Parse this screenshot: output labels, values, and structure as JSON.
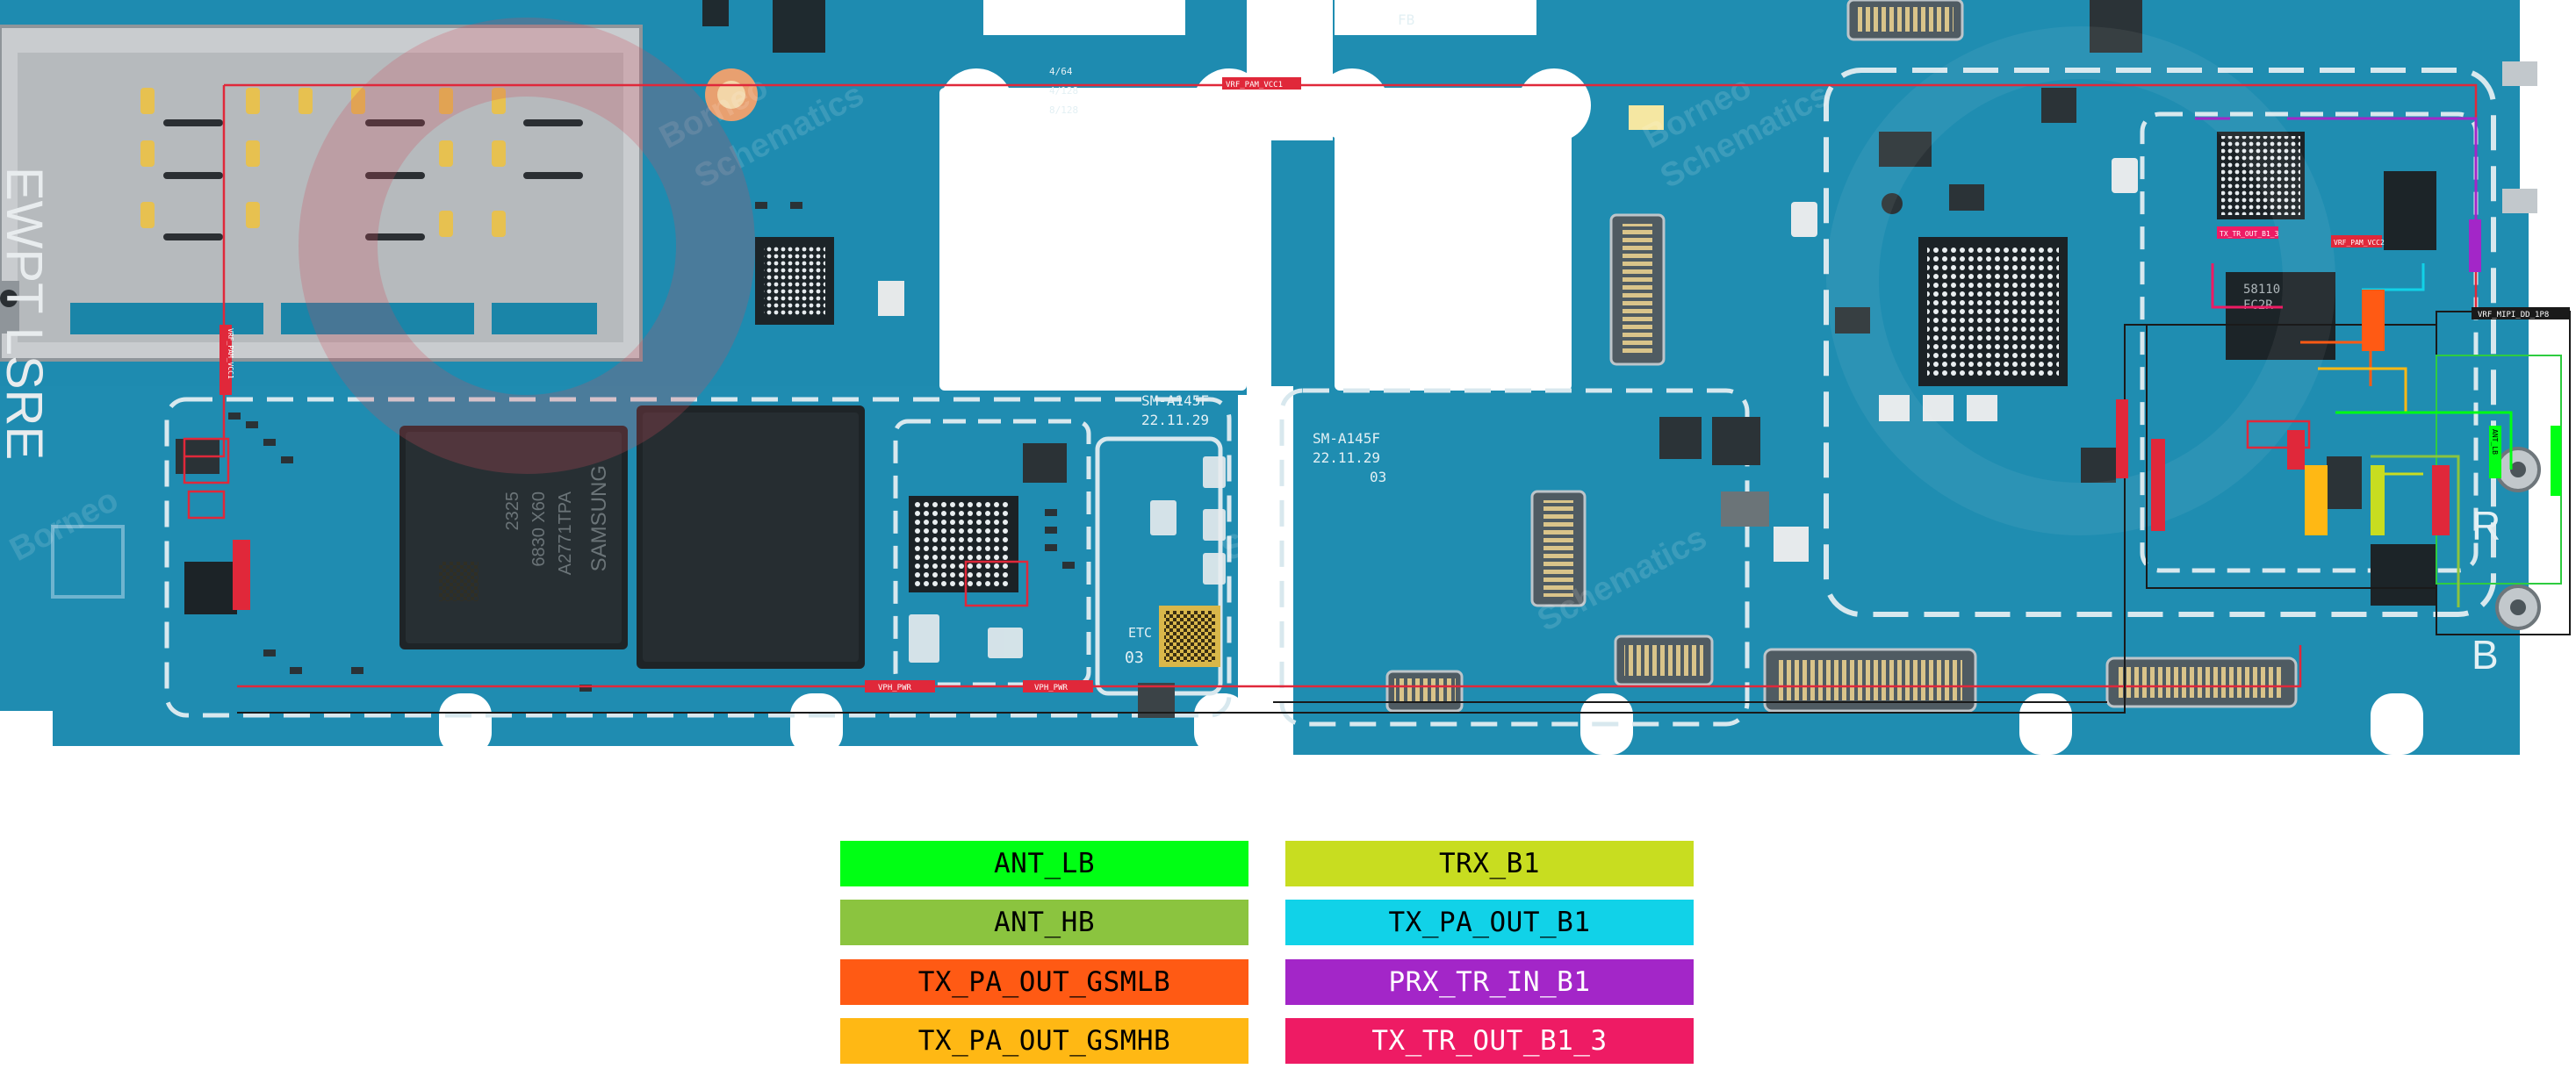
{
  "board": {
    "model_a": "SM-A145F",
    "date_a": "22.11.29",
    "model_b": "SM-A145F",
    "date_b": "22.11.29",
    "rev_b": "03",
    "etc_label": "ETC",
    "etc_rev": "03",
    "variants": [
      "4/64",
      "4/128",
      "8/128"
    ],
    "samsung_chip_lines": [
      "SAMSUNG",
      "A2771TPA",
      "6830 X60",
      "2325"
    ],
    "rf_chip_lines": [
      "58110",
      "FC2R"
    ],
    "fb_label": "FB",
    "corner_r": "R",
    "corner_b": "B",
    "watermark_lines": [
      "Borneo",
      "Schematics"
    ],
    "side_print": "EWPT LSRE"
  },
  "net_labels": {
    "top_rail": "VRF_PAM_VCC1",
    "left_rail": "VRF_PAM_VCC1",
    "bottom_left": "VPH_PWR",
    "bottom_mid": "VPH_PWR",
    "mipi": "VRF_MIPI_DD_1P8",
    "pa_vcc": "VRF_PAM_VCC2",
    "tx_tr": "TX_TR_OUT_B1_3",
    "ant": "ANT_LB"
  },
  "legend": {
    "items": [
      {
        "label": "ANT_LB",
        "color": "#00ff14",
        "text_color": "#000000"
      },
      {
        "label": "TRX_B1",
        "color": "#c8dd20",
        "text_color": "#000000"
      },
      {
        "label": "ANT_HB",
        "color": "#8bc43f",
        "text_color": "#000000"
      },
      {
        "label": "TX_PA_OUT_B1",
        "color": "#11d2e8",
        "text_color": "#000000"
      },
      {
        "label": "TX_PA_OUT_GSMLB",
        "color": "#ff5a14",
        "text_color": "#000000"
      },
      {
        "label": "PRX_TR_IN_B1",
        "color": "#a326c8",
        "text_color": "#ffffff"
      },
      {
        "label": "TX_PA_OUT_GSMHB",
        "color": "#ffb814",
        "text_color": "#000000"
      },
      {
        "label": "TX_TR_OUT_B1_3",
        "color": "#ee1b64",
        "text_color": "#ffffff"
      }
    ]
  }
}
